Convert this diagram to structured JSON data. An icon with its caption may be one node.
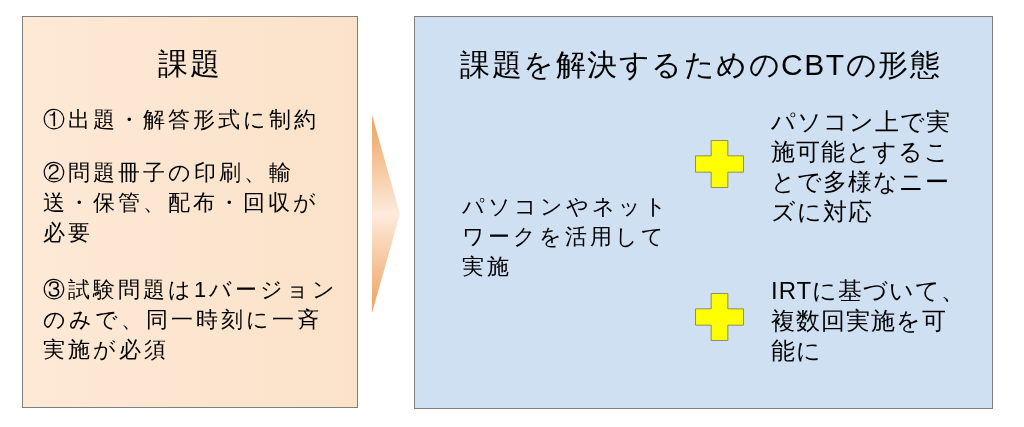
{
  "diagram": {
    "nodes": [
      {
        "text": [
          "課題",
          "①出題・解答形式に制約",
          "②問題冊子の印刷、輸送・保管、配布・回収が必要",
          "③試験問題は1バージョンのみで、同一時刻に一斉実施が必須"
        ]
      },
      {
        "text": [
          "課題を解決するためのCBTの形態",
          "パソコンやネットワークを活用して実施",
          "パソコン上で実施可能とすることで多様なニーズに対応",
          "IRTに基づいて、複数回実施を可能に"
        ]
      }
    ],
    "edges": [
      {
        "from": 0,
        "to": 1,
        "arrow": "to"
      }
    ]
  }
}
